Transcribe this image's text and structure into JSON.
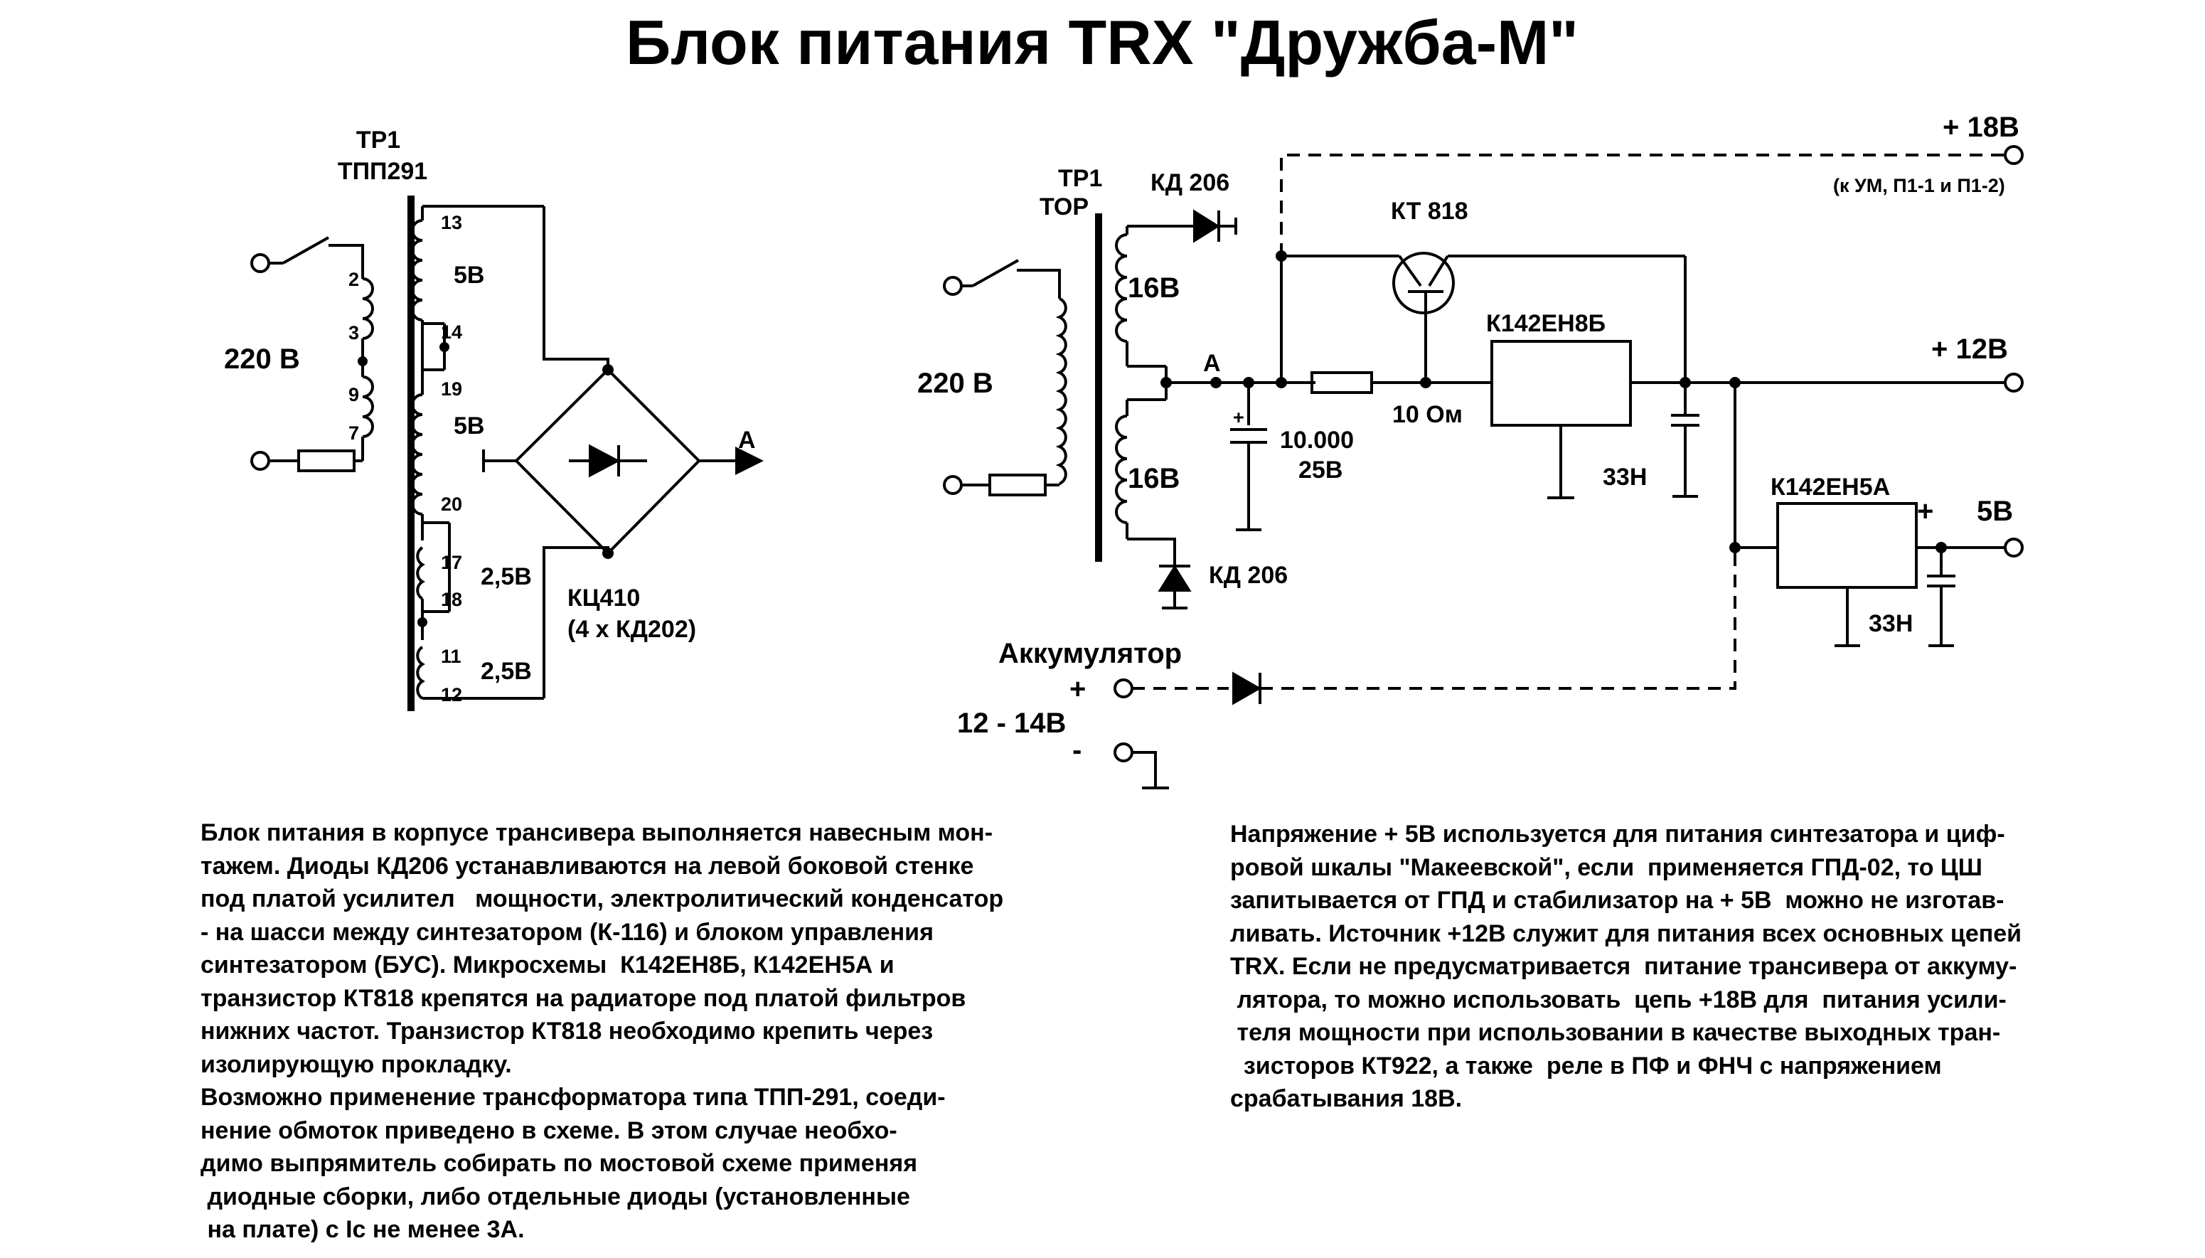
{
  "title": "Блок питания TRX \"Дружба-М\"",
  "left_circuit": {
    "transformer_ref": "ТР1",
    "transformer_type": "ТПП291",
    "mains_voltage": "220 В",
    "pins": {
      "p2": "2",
      "p3": "3",
      "p9": "9",
      "p7": "7",
      "p13": "13",
      "p14": "14",
      "p19": "19",
      "p20": "20",
      "p17": "17",
      "p18": "18",
      "p11": "11",
      "p12": "12"
    },
    "winding_13_14": "5В",
    "winding_19_20": "5В",
    "winding_17_18": "2,5В",
    "winding_11_12": "2,5В",
    "bridge_name": "КЦ410",
    "bridge_note": "(4 х КД202)",
    "output_label": "А"
  },
  "right_circuit": {
    "transformer_ref": "ТР1",
    "transformer_type": "ТОР",
    "mains_voltage": "220 В",
    "winding_upper": "16В",
    "winding_lower": "16В",
    "diode_top": "КД 206",
    "diode_bottom": "КД 206",
    "node_a": "А",
    "capacitor_main": "10.000",
    "capacitor_main_voltage": "25В",
    "capacitor_plus": "+",
    "resistor": "10 Ом",
    "transistor": "КТ 818",
    "regulator_12": "К142ЕН8Б",
    "regulator_5": "К142ЕН5А",
    "cap_33n_a": "33Н",
    "cap_33n_b": "33Н",
    "out_18v": "+ 18В",
    "out_18v_note": "(к УМ, П1-1 и П1-2)",
    "out_12v": "+ 12В",
    "out_5v": "5В",
    "out_5v_plus": "+",
    "battery_title": "Аккумулятор",
    "battery_plus": "+",
    "battery_minus": "-",
    "battery_voltage": "12 - 14В"
  },
  "notes": {
    "left": "Блок питания в корпусе трансивера выполняется навесным мон-\nтажем. Диоды КД206 устанавливаются на левой боковой стенке\nпод платой усилител   мощности, электролитический конденсатор\n- на шасси между синтезатором (К-116) и блоком управления\nсинтезатором (БУС). Микросхемы  К142ЕН8Б, К142ЕН5А и\nтранзистор КТ818 крепятся на радиаторе под платой фильтров\nнижних частот. Транзистор КТ818 необходимо крепить через\nизолирующую прокладку.\nВозможно применение трансформатора типа ТПП-291, соеди-\nнение обмоток приведено в схеме. В этом случае необхо-\nдимо выпрямитель собирать по мостовой схеме применяя\n диодные сборки, либо отдельные диоды (установленные\n на плате) с Ic не менее 3А.",
    "right": "Напряжение + 5В используется для питания синтезатора и циф-\nровой шкалы \"Макеевской\", если  применяется ГПД-02, то ЦШ\nзапитывается от ГПД и стабилизатор на + 5В  можно не изготав-\nливать. Источник +12В служит для питания всех основных цепей\nTRX. Если не предусматривается  питание трансивера от аккуму-\n лятора, то можно использовать  цепь +18В для  питания усили-\n теля мощности при использовании в качестве выходных тран-\n  зисторов КТ922, а также  реле в ПФ и ФНЧ с напряжением\nсрабатывания 18В."
  }
}
